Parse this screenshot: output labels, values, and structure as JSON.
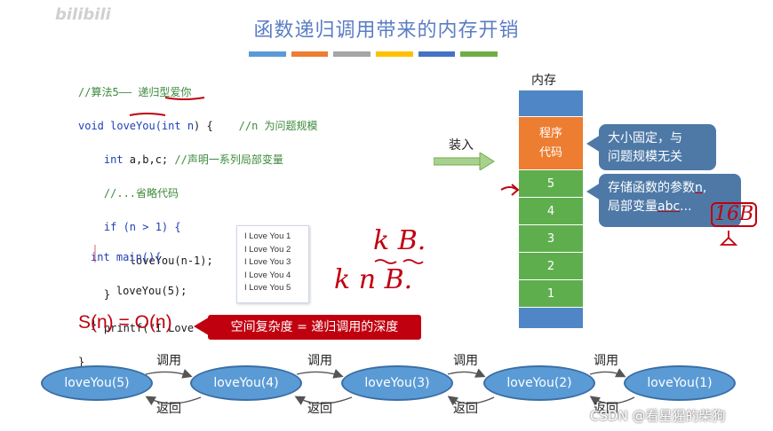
{
  "watermark_top": "bilibili",
  "title": "函数递归调用带来的内存开销",
  "title_bar_colors": [
    "#5b9bd5",
    "#ed7d31",
    "#a5a5a5",
    "#ffc000",
    "#4472c4",
    "#70ad47"
  ],
  "code": {
    "line1": "//算法5—— 递归型爱你",
    "line2_a": "void loveYou(",
    "line2_b": "int n",
    "line2_c": ") {    ",
    "line2_cmt": "//n 为问题规模",
    "line3_a": "    int ",
    "line3_b": "a,b,c;",
    "line3_cmt": " //声明一系列局部变量",
    "line4": "    //...省略代码",
    "line5": "    if (n > 1) {",
    "line6": "        loveYou(n-1);",
    "line7": "    }",
    "line8": "    printf(\"I Love You %d\\n\", n);",
    "line9": "}",
    "main1": "int main(){",
    "main2": "    loveYou(5);",
    "main3": "}"
  },
  "output_lines": [
    "I Love You 1",
    "I Love You 2",
    "I Love You 3",
    "I Love You 4",
    "I Love You 5"
  ],
  "handwriting": {
    "kb": "k B.",
    "knb": "k n B.",
    "sixteen_b": "16B"
  },
  "complexity": "S(n) = O(n)",
  "complexity_note": "空间复杂度 = 递归调用的深度",
  "load_label": "装入",
  "memory": {
    "label": "内存",
    "program_code": "程序\n代码",
    "frames": [
      "5",
      "4",
      "3",
      "2",
      "1"
    ]
  },
  "callouts": {
    "fixed": "大小固定，与\n问题规模无关",
    "params_prefix": "存储函数的参数",
    "params_n": "n",
    "params_suffix": ",",
    "locals_prefix": "局部变量",
    "locals_abc": "abc",
    "locals_suffix": "..."
  },
  "chain": {
    "nodes": [
      "loveYou(5)",
      "loveYou(4)",
      "loveYou(3)",
      "loveYou(2)",
      "loveYou(1)"
    ],
    "call_label": "调用",
    "return_label": "返回"
  },
  "watermark": "CSDN @看星猩的柴狗",
  "colors": {
    "title": "#5b7dc4",
    "memory_blue": "#4e86c6",
    "memory_orange": "#ed7d31",
    "memory_green": "#5fae4e",
    "callout_blue": "#4e79a7",
    "red_note": "#c0000f",
    "node_blue": "#5b9bd5"
  }
}
